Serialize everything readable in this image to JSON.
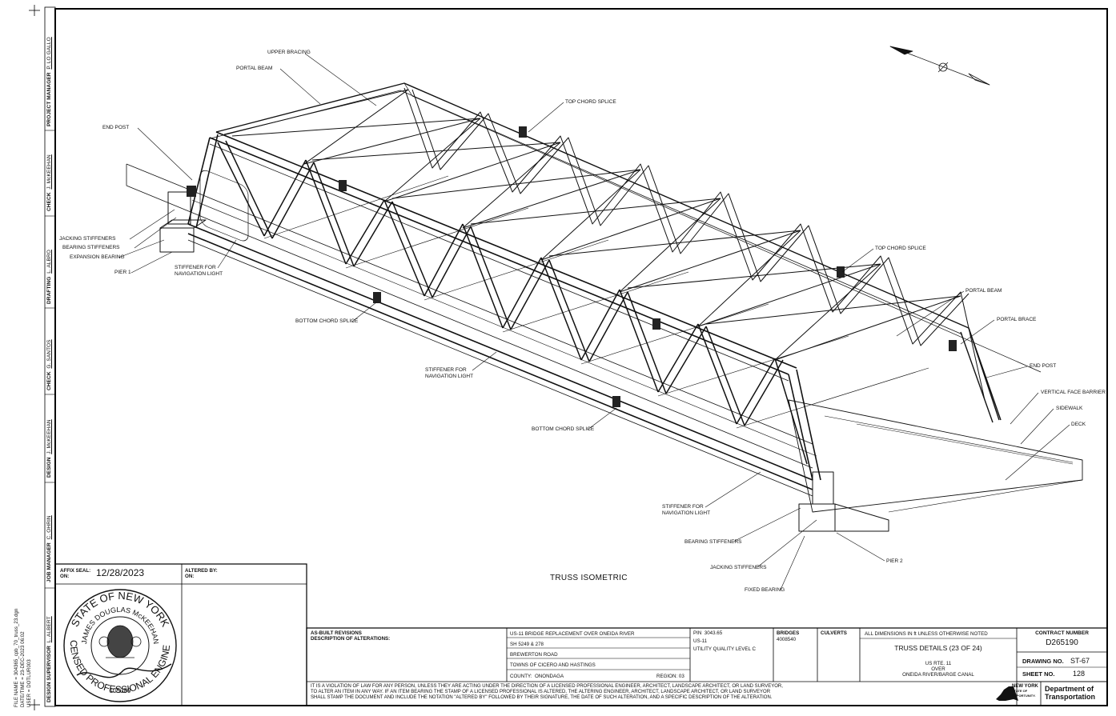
{
  "side_strip": [
    {
      "role": "PROJECT MANAGER",
      "name": "P. LO GALLO"
    },
    {
      "role": "CHECK",
      "name": "J. McKEEHAN"
    },
    {
      "role": "DRAFTING",
      "name": "L. ALBRO"
    },
    {
      "role": "CHECK",
      "name": "G. SANTOS"
    },
    {
      "role": "DESIGN",
      "name": "J. McKEEHAN"
    },
    {
      "role": "JOB MANAGER",
      "name": "C. OHRIN"
    },
    {
      "role": "DESIGN SUPERVISOR",
      "name": "L. ALBERT"
    }
  ],
  "file_info": {
    "line1": "FILE NAME = 304365_cpb_70_truss_23.dgn",
    "line2": "DATE/TIME = 23-DEC-2023 06:02",
    "line3": "USER = DOTLUR003"
  },
  "drawing": {
    "view_title": "TRUSS ISOMETRIC",
    "labels": {
      "upper_bracing": "UPPER BRACING",
      "portal_beam_left": "PORTAL BEAM",
      "end_post_left": "END POST",
      "top_chord_splice_1": "TOP CHORD SPLICE",
      "top_chord_splice_2": "TOP CHORD SPLICE",
      "jacking_stiffeners_left": "JACKING STIFFENERS",
      "bearing_stiffeners_left": "BEARING STIFFENERS",
      "expansion_bearing": "EXPANSION BEARING",
      "pier_1": "PIER 1",
      "stiffener_nav_1a": "STIFFENER FOR",
      "stiffener_nav_1b": "NAVIGATION LIGHT",
      "bottom_chord_splice_1": "BOTTOM CHORD SPLICE",
      "stiffener_nav_2a": "STIFFENER FOR",
      "stiffener_nav_2b": "NAVIGATION LIGHT",
      "bottom_chord_splice_2": "BOTTOM CHORD SPLICE",
      "portal_beam_right": "PORTAL BEAM",
      "portal_brace": "PORTAL BRACE",
      "end_post_right": "END POST",
      "vertical_face_barrier": "VERTICAL FACE BARRIER",
      "sidewalk": "SIDEWALK",
      "deck": "DECK",
      "stiffener_nav_3a": "STIFFENER FOR",
      "stiffener_nav_3b": "NAVIGATION LIGHT",
      "bearing_stiffeners_right": "BEARING STIFFENERS",
      "jacking_stiffeners_right": "JACKING STIFFENERS",
      "fixed_bearing": "FIXED BEARING",
      "pier_2": "PIER 2"
    }
  },
  "seal": {
    "affix_label_1": "AFFIX SEAL:",
    "affix_label_2": "ON:",
    "date": "12/28/2023",
    "altered_label_1": "ALTERED BY:",
    "altered_label_2": "ON:",
    "ring_top": "STATE OF NEW YORK",
    "name": "JAMES DOUGLAS McKEEHAN",
    "ring_bottom": "LICENSED PROFESSIONAL ENGINEER",
    "license_no": "105380"
  },
  "title_block": {
    "revisions_1": "AS-BUILT REVISIONS",
    "revisions_2": "DESCRIPTION OF ALTERATIONS:",
    "project": "US-11 BRIDGE REPLACEMENT OVER ONEIDA RIVER",
    "sh": "SH 5249 & 278",
    "road": "BREWERTON ROAD",
    "towns": "TOWNS OF CICERO AND HASTINGS",
    "county_label": "COUNTY:",
    "county": "ONONDAGA",
    "region_label": "REGION:",
    "region": "03",
    "pin_label": "PIN",
    "pin": "3043.65",
    "route": "US-11",
    "utility": "UTILITY QUALITY LEVEL C",
    "bridges_label": "BRIDGES",
    "bridge_no": "4008540",
    "culverts_label": "CULVERTS",
    "dims_note": "ALL DIMENSIONS IN ft UNLESS OTHERWISE NOTED",
    "sheet_title": "TRUSS DETAILS (23 OF 24)",
    "sub1": "US RTE. 11",
    "sub2": "OVER",
    "sub3": "ONEIDA RIVER/BARGE CANAL",
    "contract_label": "CONTRACT NUMBER",
    "contract_no": "D265190",
    "drawing_no_label": "DRAWING NO.",
    "drawing_no": "ST-67",
    "sheet_no_label": "SHEET NO.",
    "sheet_no": "128",
    "warning_1": "IT IS A VIOLATION OF LAW FOR ANY PERSON, UNLESS THEY ARE ACTING UNDER THE DIRECTION OF A LICENSED PROFESSIONAL ENGINEER, ARCHITECT, LANDSCAPE ARCHITECT, OR LAND SURVEYOR,",
    "warning_2": "TO ALTER AN ITEM IN ANY WAY. IF AN ITEM BEARING THE STAMP OF A LICENSED PROFESSIONAL IS ALTERED, THE ALTERING ENGINEER, ARCHITECT, LANDSCAPE ARCHITECT, OR LAND SURVEYOR",
    "warning_3": "SHALL STAMP THE DOCUMENT AND INCLUDE THE NOTATION \"ALTERED BY\" FOLLOWED BY THEIR SIGNATURE, THE DATE OF SUCH ALTERATION, AND A SPECIFIC DESCRIPTION OF THE ALTERATION.",
    "logo_1": "NEW YORK",
    "logo_2": "STATE OF",
    "logo_3": "OPPORTUNITY.",
    "dept_1": "Department of",
    "dept_2": "Transportation"
  }
}
